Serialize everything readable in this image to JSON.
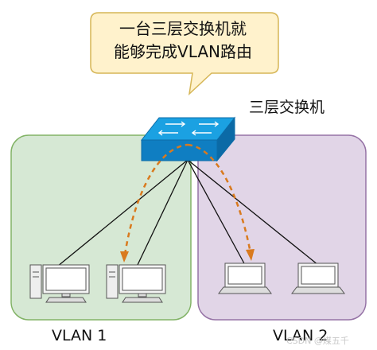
{
  "callout": {
    "line1": "一台三层交换机就",
    "line2": "能够完成VLAN路由"
  },
  "switch": {
    "label": "三层交换机"
  },
  "vlans": [
    {
      "label": "VLAN 1",
      "color": "#d6e8d4",
      "border": "#82b366"
    },
    {
      "label": "VLAN 2",
      "color": "#e1d5e7",
      "border": "#9673a6"
    }
  ],
  "devices": [
    {
      "type": "desktop-pc",
      "vlan": "VLAN 1"
    },
    {
      "type": "desktop-pc",
      "vlan": "VLAN 1"
    },
    {
      "type": "laptop",
      "vlan": "VLAN 2"
    },
    {
      "type": "laptop",
      "vlan": "VLAN 2"
    }
  ],
  "colors": {
    "callout_fill": "#fff2cc",
    "callout_border": "#d6b656",
    "switch_top": "#1ba1e2",
    "switch_side": "#0f7ec2",
    "route_arrow": "#d97a1e"
  },
  "watermark": "CSDN @煤五千"
}
